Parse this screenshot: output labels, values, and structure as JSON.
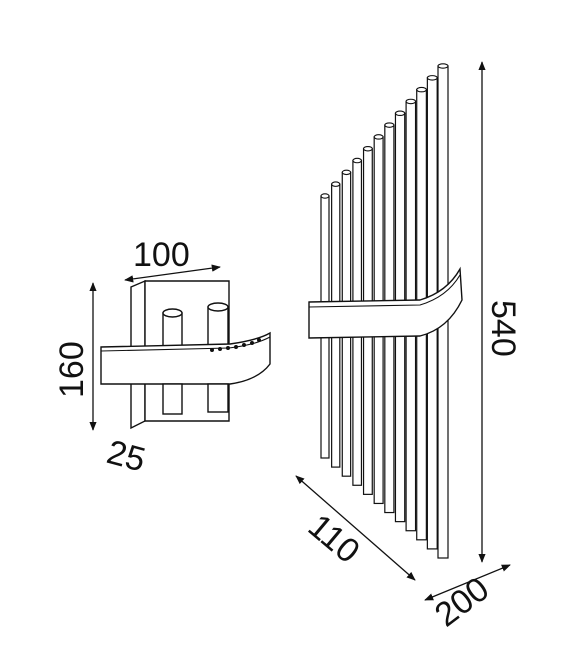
{
  "colors": {
    "line": "#111111",
    "background": "#ffffff"
  },
  "dimensions": {
    "bracket_width": "100",
    "bracket_height": "160",
    "bracket_depth": "25",
    "fixture_height": "540",
    "fixture_depth": "110",
    "fixture_width": "200"
  }
}
